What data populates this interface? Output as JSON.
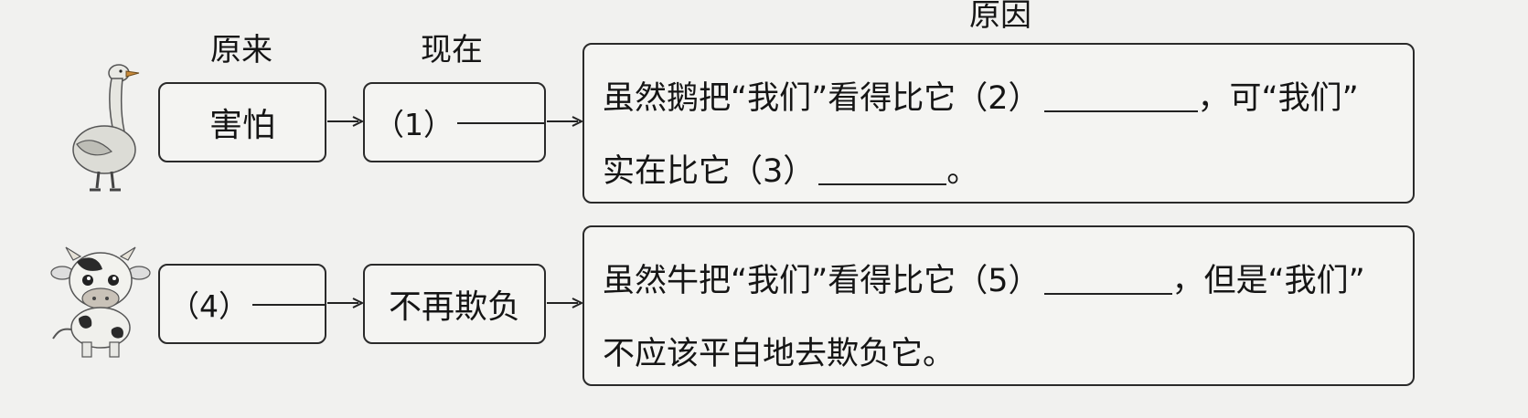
{
  "headers": {
    "original": "原来",
    "now": "现在",
    "reason": "原因"
  },
  "goose_row": {
    "original": "害怕",
    "now_prefix": "（1）",
    "reason_line1_prefix": "虽然鹅把“我们”看得比它（2）",
    "reason_line1_suffix": "，可“我们”",
    "reason_line2_prefix": "实在比它（3）",
    "reason_line2_suffix": "。"
  },
  "cow_row": {
    "original_prefix": "（4）",
    "now": "不再欺负",
    "reason_line1_prefix": "虽然牛把“我们”看得比它（5）",
    "reason_line1_suffix": "，但是“我们”",
    "reason_line2": "不应该平白地去欺负它。"
  },
  "icons": {
    "goose": "goose-icon",
    "cow": "cow-icon"
  }
}
